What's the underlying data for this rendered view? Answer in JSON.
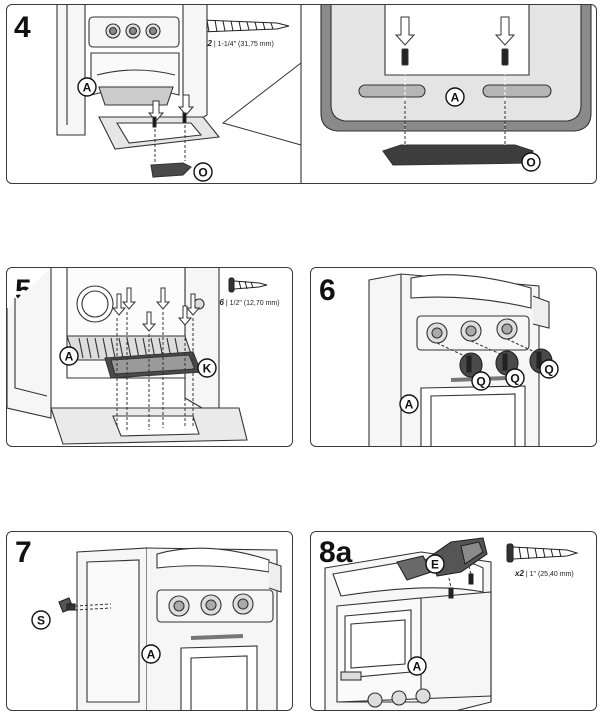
{
  "steps": [
    {
      "number": "4",
      "qty": "x2",
      "size": "1-1/4\" (31,75 mm)",
      "callouts": [
        "A",
        "O",
        "A",
        "O"
      ]
    },
    {
      "number": "5",
      "qty": "x6",
      "size": "1/2\" (12,70 mm)",
      "callouts": [
        "A",
        "K"
      ]
    },
    {
      "number": "6",
      "callouts": [
        "A",
        "Q",
        "Q",
        "Q"
      ]
    },
    {
      "number": "7",
      "callouts": [
        "A",
        "S"
      ]
    },
    {
      "number": "8a",
      "qty": "x2",
      "size": "1\" (25,40 mm)",
      "callouts": [
        "A",
        "E"
      ]
    }
  ],
  "colors": {
    "line": "#333333",
    "fill_light": "#f4f4f4",
    "fill_dark": "#6b6b6b",
    "part_dark": "#3d3d3d"
  }
}
